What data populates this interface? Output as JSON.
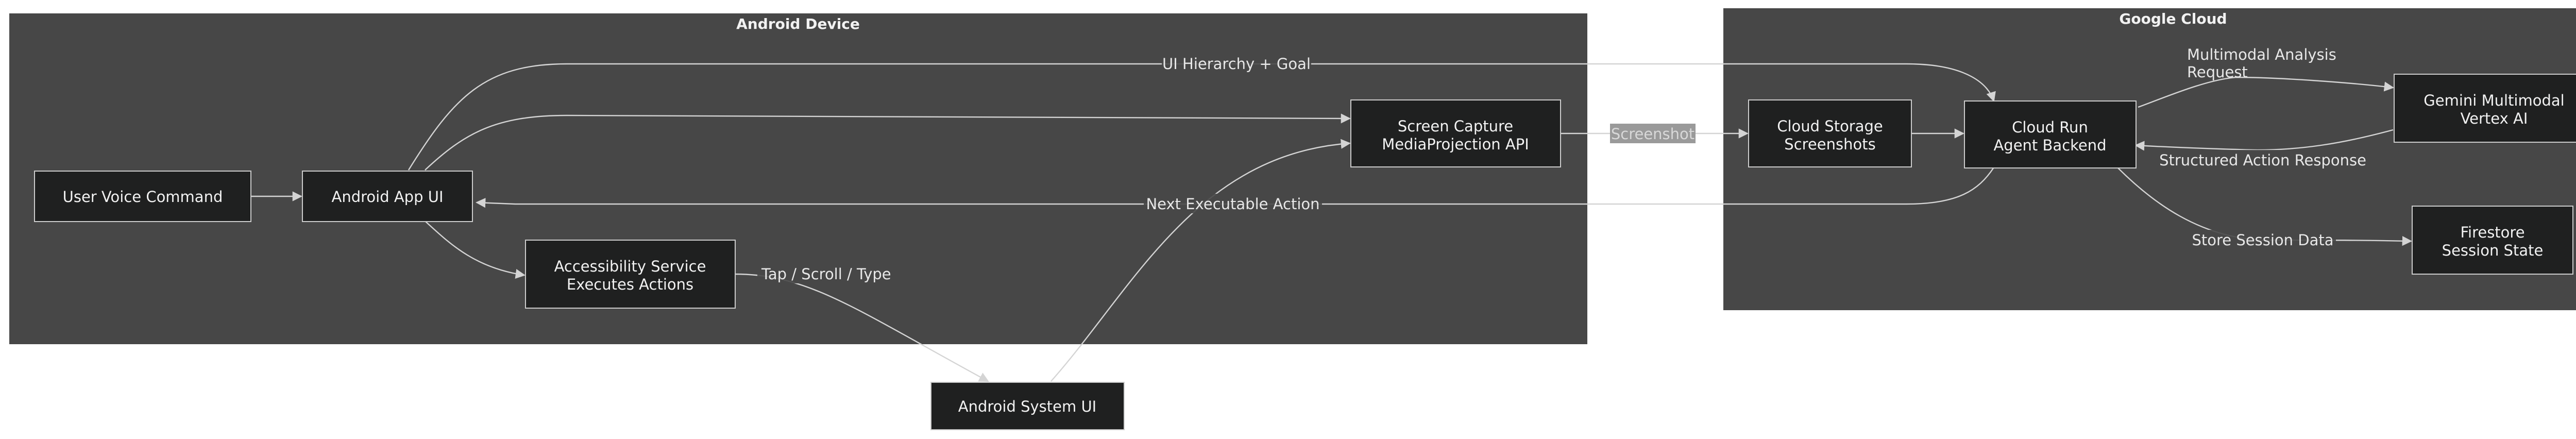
{
  "clusters": {
    "android": {
      "title": "Android Device"
    },
    "google": {
      "title": "Google Cloud"
    }
  },
  "nodes": {
    "voice": [
      "User Voice Command"
    ],
    "app": [
      "Android App UI"
    ],
    "accessibility": [
      "Accessibility Service",
      "Executes Actions"
    ],
    "system_ui": [
      "Android System UI"
    ],
    "capture": [
      "Screen Capture",
      "MediaProjection API"
    ],
    "storage": [
      "Cloud Storage",
      "Screenshots"
    ],
    "run": [
      "Cloud Run",
      "Agent Backend"
    ],
    "gemini": [
      "Gemini Multimodal",
      "Vertex AI"
    ],
    "firestore": [
      "Firestore",
      "Session State"
    ]
  },
  "edges": {
    "hierarchy": [
      "UI Hierarchy + Goal"
    ],
    "screenshot": [
      "Screenshot"
    ],
    "next_action": [
      "Next Executable Action"
    ],
    "tap": [
      "Tap / Scroll / Type"
    ],
    "multimodal": [
      "Multimodal Analysis",
      "Request"
    ],
    "structured": [
      "Structured Action Response"
    ],
    "session": [
      "Store Session Data"
    ]
  }
}
